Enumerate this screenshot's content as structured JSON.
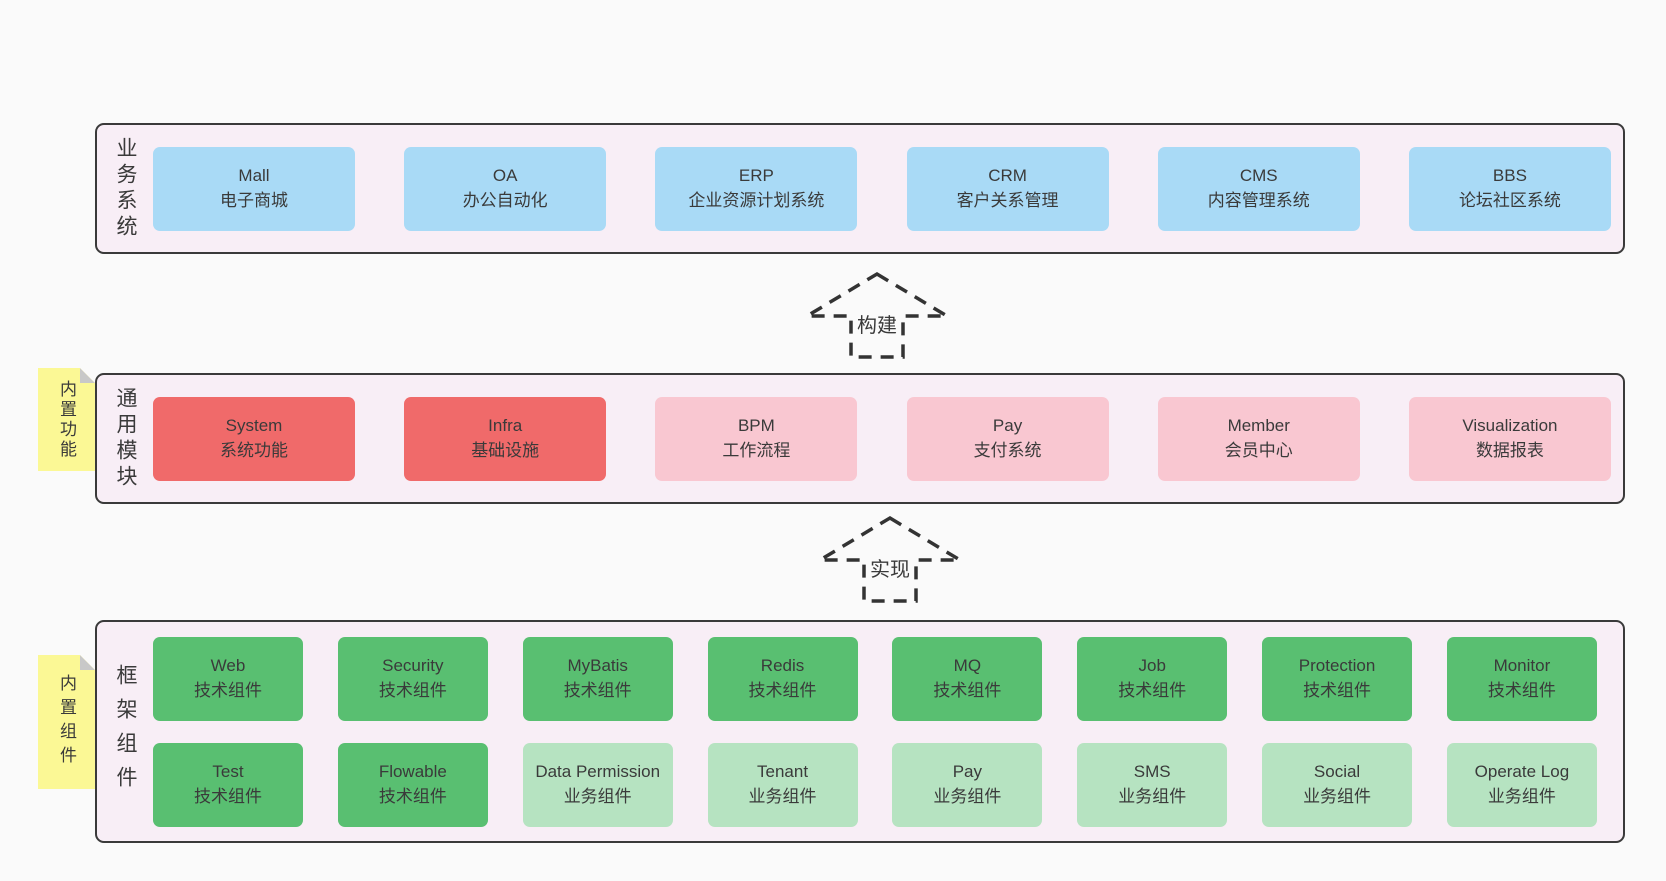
{
  "colors": {
    "page-bg": "#fafafa",
    "band-bg": "#f8eef6",
    "band-border": "#3a3a3a",
    "blue": "#a9daf6",
    "red": "#f06a6a",
    "pink": "#f9c7d1",
    "green": "#59bf71",
    "green-light": "#b6e3c1",
    "sticky-yellow": "#fbf895",
    "sticky-fold": "#c8c8c8",
    "text": "#3a3a3a"
  },
  "arrows": [
    {
      "label": "构建"
    },
    {
      "label": "实现"
    }
  ],
  "bands": [
    {
      "label": "业务系统",
      "boxes": [
        {
          "title": "Mall",
          "subtitle": "电子商城",
          "type": "blue"
        },
        {
          "title": "OA",
          "subtitle": "办公自动化",
          "type": "blue"
        },
        {
          "title": "ERP",
          "subtitle": "企业资源计划系统",
          "type": "blue"
        },
        {
          "title": "CRM",
          "subtitle": "客户关系管理",
          "type": "blue"
        },
        {
          "title": "CMS",
          "subtitle": "内容管理系统",
          "type": "blue"
        },
        {
          "title": "BBS",
          "subtitle": "论坛社区系统",
          "type": "blue"
        }
      ]
    },
    {
      "label": "通用模块",
      "sticky": "内置功能",
      "boxes": [
        {
          "title": "System",
          "subtitle": "系统功能",
          "type": "red"
        },
        {
          "title": "Infra",
          "subtitle": "基础设施",
          "type": "red"
        },
        {
          "title": "BPM",
          "subtitle": "工作流程",
          "type": "pink"
        },
        {
          "title": "Pay",
          "subtitle": "支付系统",
          "type": "pink"
        },
        {
          "title": "Member",
          "subtitle": "会员中心",
          "type": "pink"
        },
        {
          "title": "Visualization",
          "subtitle": "数据报表",
          "type": "pink"
        }
      ]
    },
    {
      "label": "框架组件",
      "sticky": "内置组件",
      "rows": [
        [
          {
            "title": "Web",
            "subtitle": "技术组件",
            "type": "green"
          },
          {
            "title": "Security",
            "subtitle": "技术组件",
            "type": "green"
          },
          {
            "title": "MyBatis",
            "subtitle": "技术组件",
            "type": "green"
          },
          {
            "title": "Redis",
            "subtitle": "技术组件",
            "type": "green"
          },
          {
            "title": "MQ",
            "subtitle": "技术组件",
            "type": "green"
          },
          {
            "title": "Job",
            "subtitle": "技术组件",
            "type": "green"
          },
          {
            "title": "Protection",
            "subtitle": "技术组件",
            "type": "green"
          },
          {
            "title": "Monitor",
            "subtitle": "技术组件",
            "type": "green"
          }
        ],
        [
          {
            "title": "Test",
            "subtitle": "技术组件",
            "type": "green"
          },
          {
            "title": "Flowable",
            "subtitle": "技术组件",
            "type": "green"
          },
          {
            "title": "Data Permission",
            "subtitle": "业务组件",
            "type": "green-light"
          },
          {
            "title": "Tenant",
            "subtitle": "业务组件",
            "type": "green-light"
          },
          {
            "title": "Pay",
            "subtitle": "业务组件",
            "type": "green-light"
          },
          {
            "title": "SMS",
            "subtitle": "业务组件",
            "type": "green-light"
          },
          {
            "title": "Social",
            "subtitle": "业务组件",
            "type": "green-light"
          },
          {
            "title": "Operate Log",
            "subtitle": "业务组件",
            "type": "green-light"
          }
        ]
      ]
    }
  ]
}
